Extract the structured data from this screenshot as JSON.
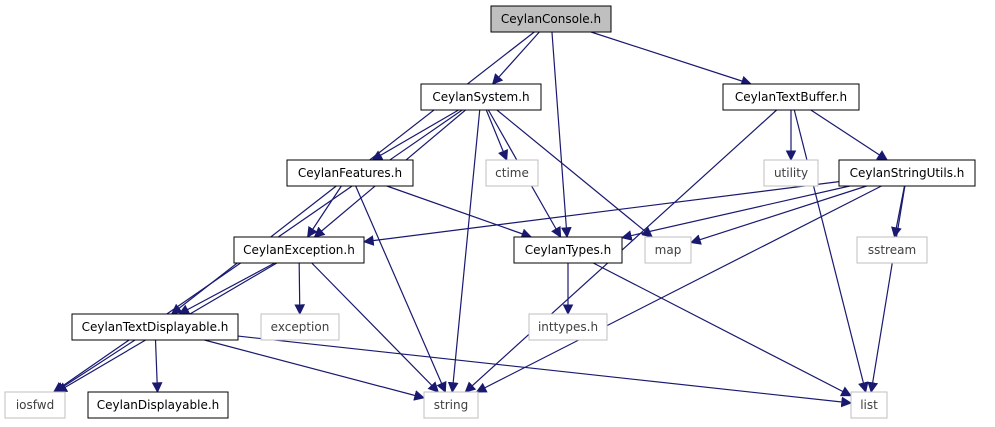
{
  "colors": {
    "edge": "#191970",
    "root_fill": "#bfbfbf",
    "box_stroke": "#000000",
    "external_stroke": "#bfbfbf",
    "internal_text": "#000000",
    "external_text": "#3f3f3f",
    "box_fill": "#ffffff"
  },
  "nodes": {
    "ceylan_console": {
      "label": "CeylanConsole.h",
      "kind": "root"
    },
    "ceylan_system": {
      "label": "CeylanSystem.h",
      "kind": "internal"
    },
    "ceylan_text_buffer": {
      "label": "CeylanTextBuffer.h",
      "kind": "internal"
    },
    "ceylan_features": {
      "label": "CeylanFeatures.h",
      "kind": "internal"
    },
    "ctime": {
      "label": "ctime",
      "kind": "external"
    },
    "utility": {
      "label": "utility",
      "kind": "external"
    },
    "ceylan_string_utils": {
      "label": "CeylanStringUtils.h",
      "kind": "internal"
    },
    "ceylan_exception": {
      "label": "CeylanException.h",
      "kind": "internal"
    },
    "ceylan_types": {
      "label": "CeylanTypes.h",
      "kind": "internal"
    },
    "map": {
      "label": "map",
      "kind": "external"
    },
    "sstream": {
      "label": "sstream",
      "kind": "external"
    },
    "ceylan_text_displayable": {
      "label": "CeylanTextDisplayable.h",
      "kind": "internal"
    },
    "exception": {
      "label": "exception",
      "kind": "external"
    },
    "inttypes": {
      "label": "inttypes.h",
      "kind": "external"
    },
    "iosfwd": {
      "label": "iosfwd",
      "kind": "external"
    },
    "ceylan_displayable": {
      "label": "CeylanDisplayable.h",
      "kind": "internal"
    },
    "string": {
      "label": "string",
      "kind": "external"
    },
    "list": {
      "label": "list",
      "kind": "external"
    }
  },
  "edges": [
    [
      "ceylan_console",
      "ceylan_system"
    ],
    [
      "ceylan_console",
      "ceylan_types"
    ],
    [
      "ceylan_console",
      "ceylan_text_buffer"
    ],
    [
      "ceylan_console",
      "ceylan_text_displayable"
    ],
    [
      "ceylan_system",
      "iosfwd"
    ],
    [
      "ceylan_system",
      "ceylan_exception"
    ],
    [
      "ceylan_system",
      "ceylan_features"
    ],
    [
      "ceylan_system",
      "string"
    ],
    [
      "ceylan_system",
      "ctime"
    ],
    [
      "ceylan_system",
      "ceylan_types"
    ],
    [
      "ceylan_system",
      "map"
    ],
    [
      "ceylan_text_buffer",
      "string"
    ],
    [
      "ceylan_text_buffer",
      "utility"
    ],
    [
      "ceylan_text_buffer",
      "ceylan_string_utils"
    ],
    [
      "ceylan_text_buffer",
      "list"
    ],
    [
      "ceylan_features",
      "ceylan_exception"
    ],
    [
      "ceylan_features",
      "string"
    ],
    [
      "ceylan_features",
      "ceylan_types"
    ],
    [
      "ceylan_string_utils",
      "ceylan_exception"
    ],
    [
      "ceylan_string_utils",
      "ceylan_types"
    ],
    [
      "ceylan_string_utils",
      "map"
    ],
    [
      "ceylan_string_utils",
      "sstream"
    ],
    [
      "ceylan_string_utils",
      "string"
    ],
    [
      "ceylan_string_utils",
      "list"
    ],
    [
      "ceylan_exception",
      "iosfwd"
    ],
    [
      "ceylan_exception",
      "ceylan_text_displayable"
    ],
    [
      "ceylan_exception",
      "exception"
    ],
    [
      "ceylan_exception",
      "string"
    ],
    [
      "ceylan_types",
      "inttypes"
    ],
    [
      "ceylan_types",
      "list"
    ],
    [
      "ceylan_text_displayable",
      "iosfwd"
    ],
    [
      "ceylan_text_displayable",
      "ceylan_displayable"
    ],
    [
      "ceylan_text_displayable",
      "string"
    ],
    [
      "ceylan_text_displayable",
      "list"
    ]
  ]
}
